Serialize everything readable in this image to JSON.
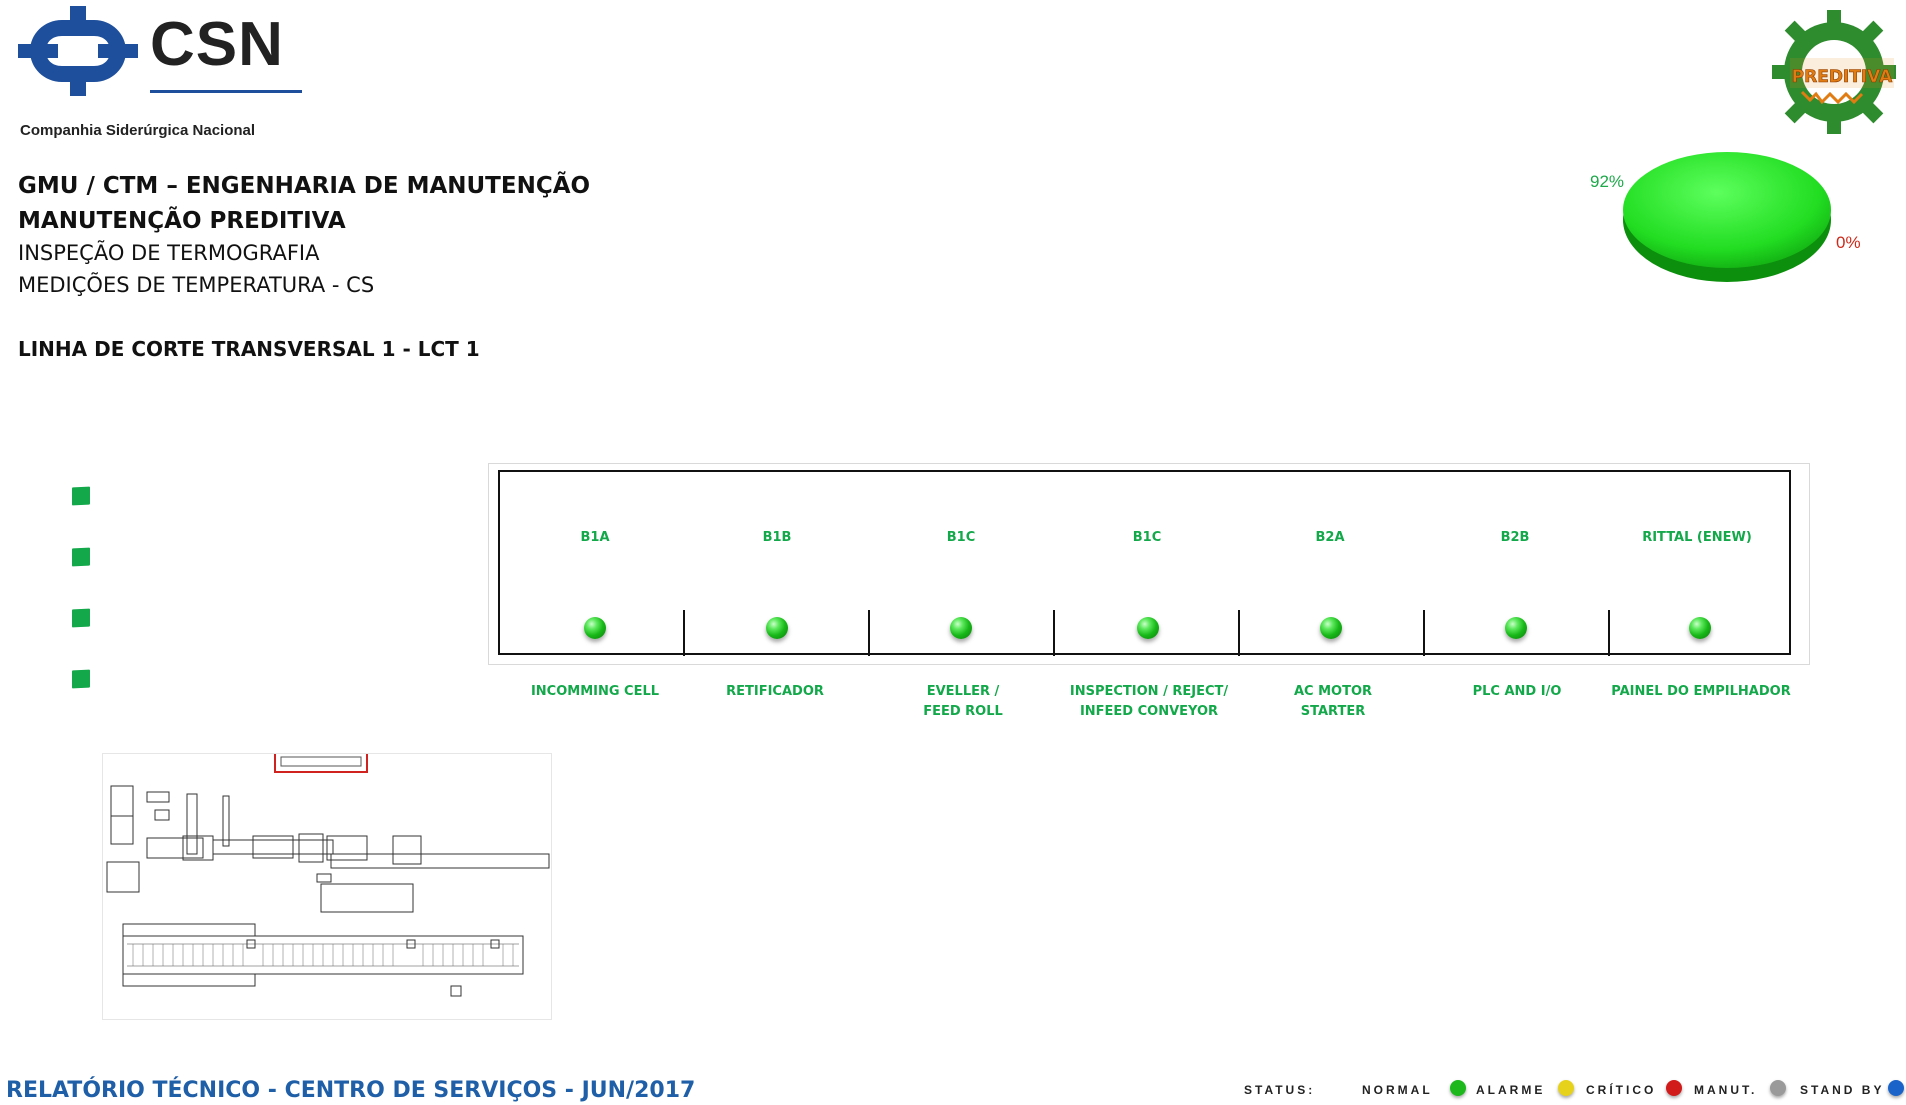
{
  "logo": {
    "brand": "CSN",
    "company": "Companhia Siderúrgica Nacional",
    "brand_color": "#1e4f9c"
  },
  "predictive_logo": {
    "text": "PREDITIVA",
    "color": "#2e8b2e"
  },
  "header": {
    "line1": "GMU / CTM – ENGENHARIA DE MANUTENÇÃO",
    "line2": "MANUTENÇÃO PREDITIVA",
    "line3": "INSPEÇÃO DE TERMOGRAFIA",
    "line4": "MEDIÇÕES DE TEMPERATURA - CS",
    "line5": "LINHA DE CORTE TRANSVERSAL 1 - LCT 1"
  },
  "pie": {
    "normal_label": "92%",
    "other_label": "0%",
    "normal_color": "#22dd22",
    "other_color": "#cc2a1a"
  },
  "left_legend": {
    "count": 4,
    "color": "#13a84a"
  },
  "panel": {
    "cells": [
      {
        "code": "B1A",
        "name": "INCOMMING  CELL",
        "status": "normal"
      },
      {
        "code": "B1B",
        "name": "RETIFICADOR",
        "status": "normal"
      },
      {
        "code": "B1C",
        "name": "EVELLER  /\nFEED  ROLL",
        "status": "normal"
      },
      {
        "code": "B1C",
        "name": "INSPECTION  / REJECT/\nINFEED  CONVEYOR",
        "status": "normal"
      },
      {
        "code": "B2A",
        "name": "AC MOTOR\nSTARTER",
        "status": "normal"
      },
      {
        "code": "B2B",
        "name": "PLC AND I/O",
        "status": "normal"
      },
      {
        "code": "RITTAL  (ENEW)",
        "name": "PAINEL  DO EMPILHADOR",
        "status": "normal"
      }
    ]
  },
  "footer": {
    "title": "RELATÓRIO TÉCNICO - CENTRO DE SERVIÇOS - JUN/2017",
    "status_label": "STATUS:",
    "legend": [
      {
        "label": "NORMAL",
        "color": "#1cb81c"
      },
      {
        "label": "ALARME",
        "color": "#e6d21a"
      },
      {
        "label": "CRÍTICO",
        "color": "#d11a1a"
      },
      {
        "label": "MANUT.",
        "color": "#9a9a9a"
      },
      {
        "label": "STAND BY",
        "color": "#1a63c9"
      }
    ]
  }
}
